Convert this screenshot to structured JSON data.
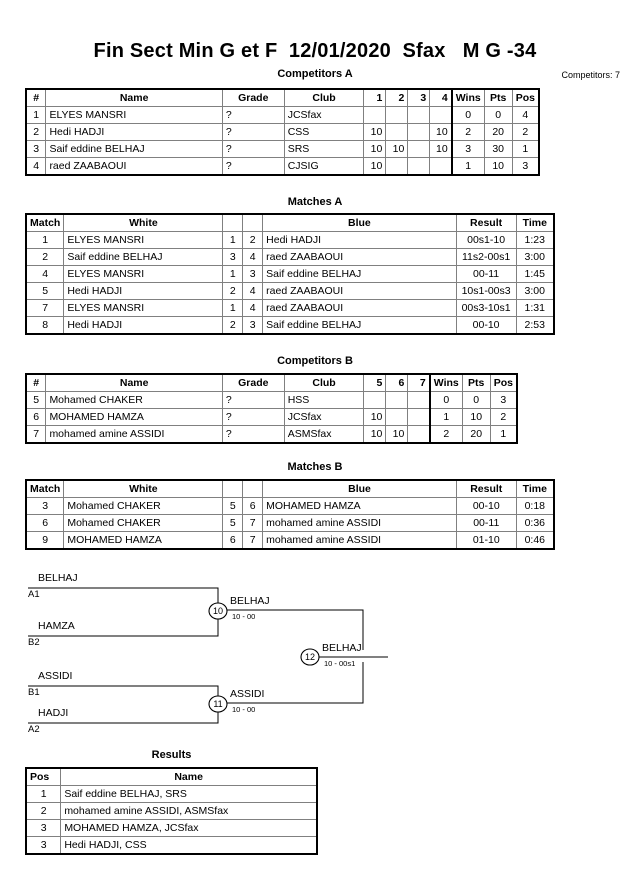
{
  "header": {
    "title": "Fin Sect Min G et F  12/01/2020  Sfax   M G -34",
    "competitors_label": "Competitors: 7"
  },
  "sections": {
    "competitors_a_title": "Competitors A",
    "matches_a_title": "Matches A",
    "competitors_b_title": "Competitors B",
    "matches_b_title": "Matches B",
    "results_title": "Results"
  },
  "competitors_a": {
    "columns": [
      "#",
      "Name",
      "Grade",
      "Club",
      "1",
      "2",
      "3",
      "4",
      "Wins",
      "Pts",
      "Pos"
    ],
    "rows": [
      {
        "num": "1",
        "name": "ELYES MANSRI",
        "grade": "?",
        "club": "JCSfax",
        "m": [
          "",
          "",
          "",
          ""
        ],
        "wins": "0",
        "pts": "0",
        "pos": "4"
      },
      {
        "num": "2",
        "name": "Hedi HADJI",
        "grade": "?",
        "club": "CSS",
        "m": [
          "10",
          "",
          "",
          "10"
        ],
        "wins": "2",
        "pts": "20",
        "pos": "2"
      },
      {
        "num": "3",
        "name": "Saif eddine BELHAJ",
        "grade": "?",
        "club": "SRS",
        "m": [
          "10",
          "10",
          "",
          "10"
        ],
        "wins": "3",
        "pts": "30",
        "pos": "1"
      },
      {
        "num": "4",
        "name": "raed ZAABAOUI",
        "grade": "?",
        "club": "CJSIG",
        "m": [
          "10",
          "",
          "",
          ""
        ],
        "wins": "1",
        "pts": "10",
        "pos": "3"
      }
    ]
  },
  "matches_a": {
    "columns": [
      "Match",
      "White",
      "",
      "",
      "Blue",
      "Result",
      "Time"
    ],
    "rows": [
      {
        "match": "1",
        "white": "ELYES MANSRI",
        "ws": "1",
        "bs": "2",
        "blue": "Hedi HADJI",
        "result": "00s1-10",
        "time": "1:23"
      },
      {
        "match": "2",
        "white": "Saif eddine BELHAJ",
        "ws": "3",
        "bs": "4",
        "blue": "raed ZAABAOUI",
        "result": "11s2-00s1",
        "time": "3:00"
      },
      {
        "match": "4",
        "white": "ELYES MANSRI",
        "ws": "1",
        "bs": "3",
        "blue": "Saif eddine BELHAJ",
        "result": "00-11",
        "time": "1:45"
      },
      {
        "match": "5",
        "white": "Hedi HADJI",
        "ws": "2",
        "bs": "4",
        "blue": "raed ZAABAOUI",
        "result": "10s1-00s3",
        "time": "3:00"
      },
      {
        "match": "7",
        "white": "ELYES MANSRI",
        "ws": "1",
        "bs": "4",
        "blue": "raed ZAABAOUI",
        "result": "00s3-10s1",
        "time": "1:31"
      },
      {
        "match": "8",
        "white": "Hedi HADJI",
        "ws": "2",
        "bs": "3",
        "blue": "Saif eddine BELHAJ",
        "result": "00-10",
        "time": "2:53"
      }
    ]
  },
  "competitors_b": {
    "columns": [
      "#",
      "Name",
      "Grade",
      "Club",
      "5",
      "6",
      "7",
      "Wins",
      "Pts",
      "Pos"
    ],
    "rows": [
      {
        "num": "5",
        "name": "Mohamed CHAKER",
        "grade": "?",
        "club": "HSS",
        "m": [
          "",
          "",
          ""
        ],
        "wins": "0",
        "pts": "0",
        "pos": "3"
      },
      {
        "num": "6",
        "name": "MOHAMED HAMZA",
        "grade": "?",
        "club": "JCSfax",
        "m": [
          "10",
          "",
          ""
        ],
        "wins": "1",
        "pts": "10",
        "pos": "2"
      },
      {
        "num": "7",
        "name": "mohamed amine ASSIDI",
        "grade": "?",
        "club": "ASMSfax",
        "m": [
          "10",
          "10",
          ""
        ],
        "wins": "2",
        "pts": "20",
        "pos": "1"
      }
    ]
  },
  "matches_b": {
    "columns": [
      "Match",
      "White",
      "",
      "",
      "Blue",
      "Result",
      "Time"
    ],
    "rows": [
      {
        "match": "3",
        "white": "Mohamed CHAKER",
        "ws": "5",
        "bs": "6",
        "blue": "MOHAMED HAMZA",
        "result": "00-10",
        "time": "0:18"
      },
      {
        "match": "6",
        "white": "Mohamed CHAKER",
        "ws": "5",
        "bs": "7",
        "blue": "mohamed amine ASSIDI",
        "result": "00-11",
        "time": "0:36"
      },
      {
        "match": "9",
        "white": "MOHAMED HAMZA",
        "ws": "6",
        "bs": "7",
        "blue": "mohamed amine ASSIDI",
        "result": "01-10",
        "time": "0:46"
      }
    ]
  },
  "bracket": {
    "entries": [
      {
        "name": "BELHAJ",
        "seed": "A1"
      },
      {
        "name": "HAMZA",
        "seed": "B2"
      },
      {
        "name": "ASSIDI",
        "seed": "B1"
      },
      {
        "name": "HADJI",
        "seed": "A2"
      }
    ],
    "semifinals": [
      {
        "num": "10",
        "winner": "BELHAJ",
        "score": "10 - 00"
      },
      {
        "num": "11",
        "winner": "ASSIDI",
        "score": "10 - 00"
      }
    ],
    "final": {
      "num": "12",
      "winner": "BELHAJ",
      "score": "10 - 00s1"
    }
  },
  "results": {
    "columns": [
      "Pos",
      "Name"
    ],
    "rows": [
      {
        "pos": "1",
        "name": "Saif eddine BELHAJ, SRS"
      },
      {
        "pos": "2",
        "name": "mohamed amine ASSIDI, ASMSfax"
      },
      {
        "pos": "3",
        "name": "MOHAMED HAMZA, JCSfax"
      },
      {
        "pos": "3",
        "name": "Hedi HADJI, CSS"
      }
    ]
  }
}
